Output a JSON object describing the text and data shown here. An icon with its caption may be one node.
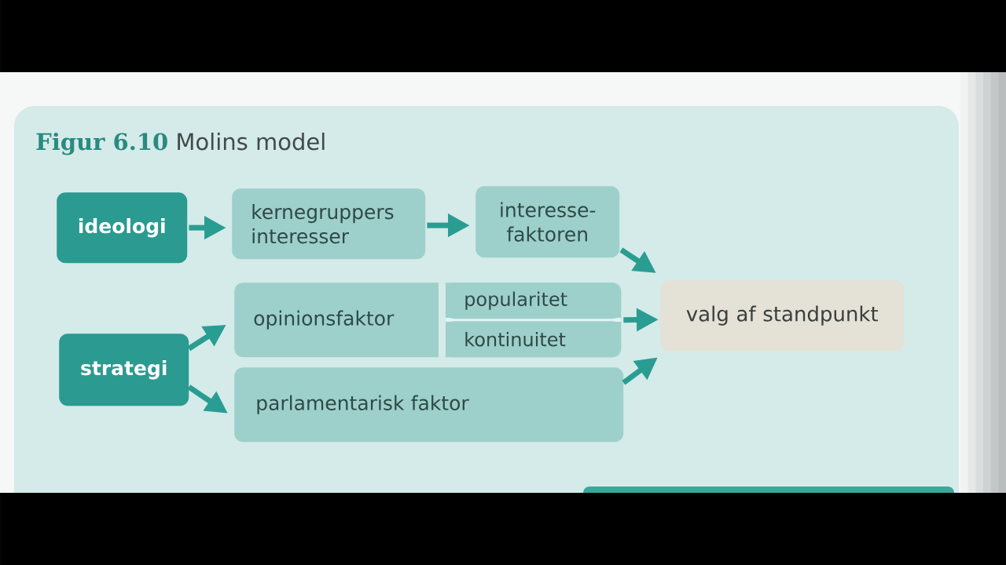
{
  "diagram": {
    "title": "**Figur 6.10** Molins model",
    "nodes": [
      {
        "text": [
          "ideologi"
        ]
      },
      {
        "text": [
          "kernegruppers interesser"
        ]
      },
      {
        "text": [
          "interesse- faktoren"
        ]
      },
      {
        "text": [
          "opinionsfaktor"
        ]
      },
      {
        "text": [
          "popularitet"
        ],
        "in": 3
      },
      {
        "text": [
          "kontinuitet"
        ],
        "in": 3
      },
      {
        "text": [
          "valg af standpunkt"
        ]
      },
      {
        "text": [
          "strategi"
        ]
      },
      {
        "text": [
          "parlamentarisk faktor"
        ]
      }
    ],
    "edges": [
      {
        "from": 0,
        "to": 1,
        "arrow": "to"
      },
      {
        "from": 1,
        "to": 2,
        "arrow": "to"
      },
      {
        "from": 2,
        "to": 6,
        "arrow": "to"
      },
      {
        "from": 7,
        "to": 3,
        "arrow": "to"
      },
      {
        "from": 7,
        "to": 8,
        "arrow": "to"
      },
      {
        "from": 3,
        "to": 6,
        "arrow": "to"
      },
      {
        "from": 8,
        "to": 6,
        "arrow": "to"
      }
    ]
  }
}
